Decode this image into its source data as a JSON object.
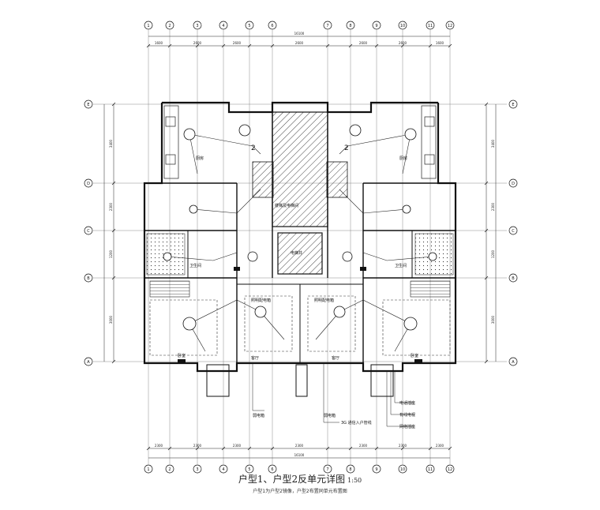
{
  "grid": {
    "columns": [
      "1",
      "2",
      "3",
      "4",
      "5",
      "6",
      "7",
      "8",
      "9",
      "10",
      "11",
      "12"
    ],
    "rows_left": [
      "E",
      "D",
      "C",
      "B",
      "A"
    ],
    "rows_right": [
      "E",
      "D",
      "C",
      "B",
      "A"
    ]
  },
  "dims": {
    "total_top": "16100",
    "top": [
      "1600",
      "2600",
      "2600",
      "2600",
      "2600",
      "2600",
      "1600"
    ],
    "left": [
      "3400",
      "2300",
      "1200",
      "3000"
    ],
    "right": [
      "3400",
      "2300",
      "1200",
      "3000"
    ],
    "total_bottom": "16100",
    "bottom": [
      "2300",
      "2300",
      "2300",
      "2300",
      "2300",
      "2300",
      "2300"
    ]
  },
  "rooms": {
    "kitchen_left": "厨房",
    "kitchen_right": "厨房",
    "stair_label": "楼梯及电梯间",
    "elevator_label": "电梯井",
    "toilet_left": "卫生间",
    "toilet_right": "卫生间",
    "bedroom_left": "卧室",
    "bedroom_right": "卧室",
    "living_left": "客厅",
    "living_right": "客厅"
  },
  "annotations": {
    "panel_left": "照明配电箱",
    "panel_right": "照明配电箱",
    "floor_box_left": "弱电箱",
    "floor_box_right": "弱电箱",
    "note_center": "3G 通信入户管线",
    "note_right_1": "电话插座",
    "note_right_2": "有线电视",
    "note_right_3": "网络插座",
    "number_2": "2"
  },
  "caption": {
    "title": "户型1、户型2反单元详图",
    "scale": "1:50",
    "note": "户型1为户型2镜像，户型2布置同单元布置图"
  },
  "colors": {
    "line": "#1a1a1a",
    "hatch": "#555555",
    "fill_gray": "#d9d9d9"
  }
}
